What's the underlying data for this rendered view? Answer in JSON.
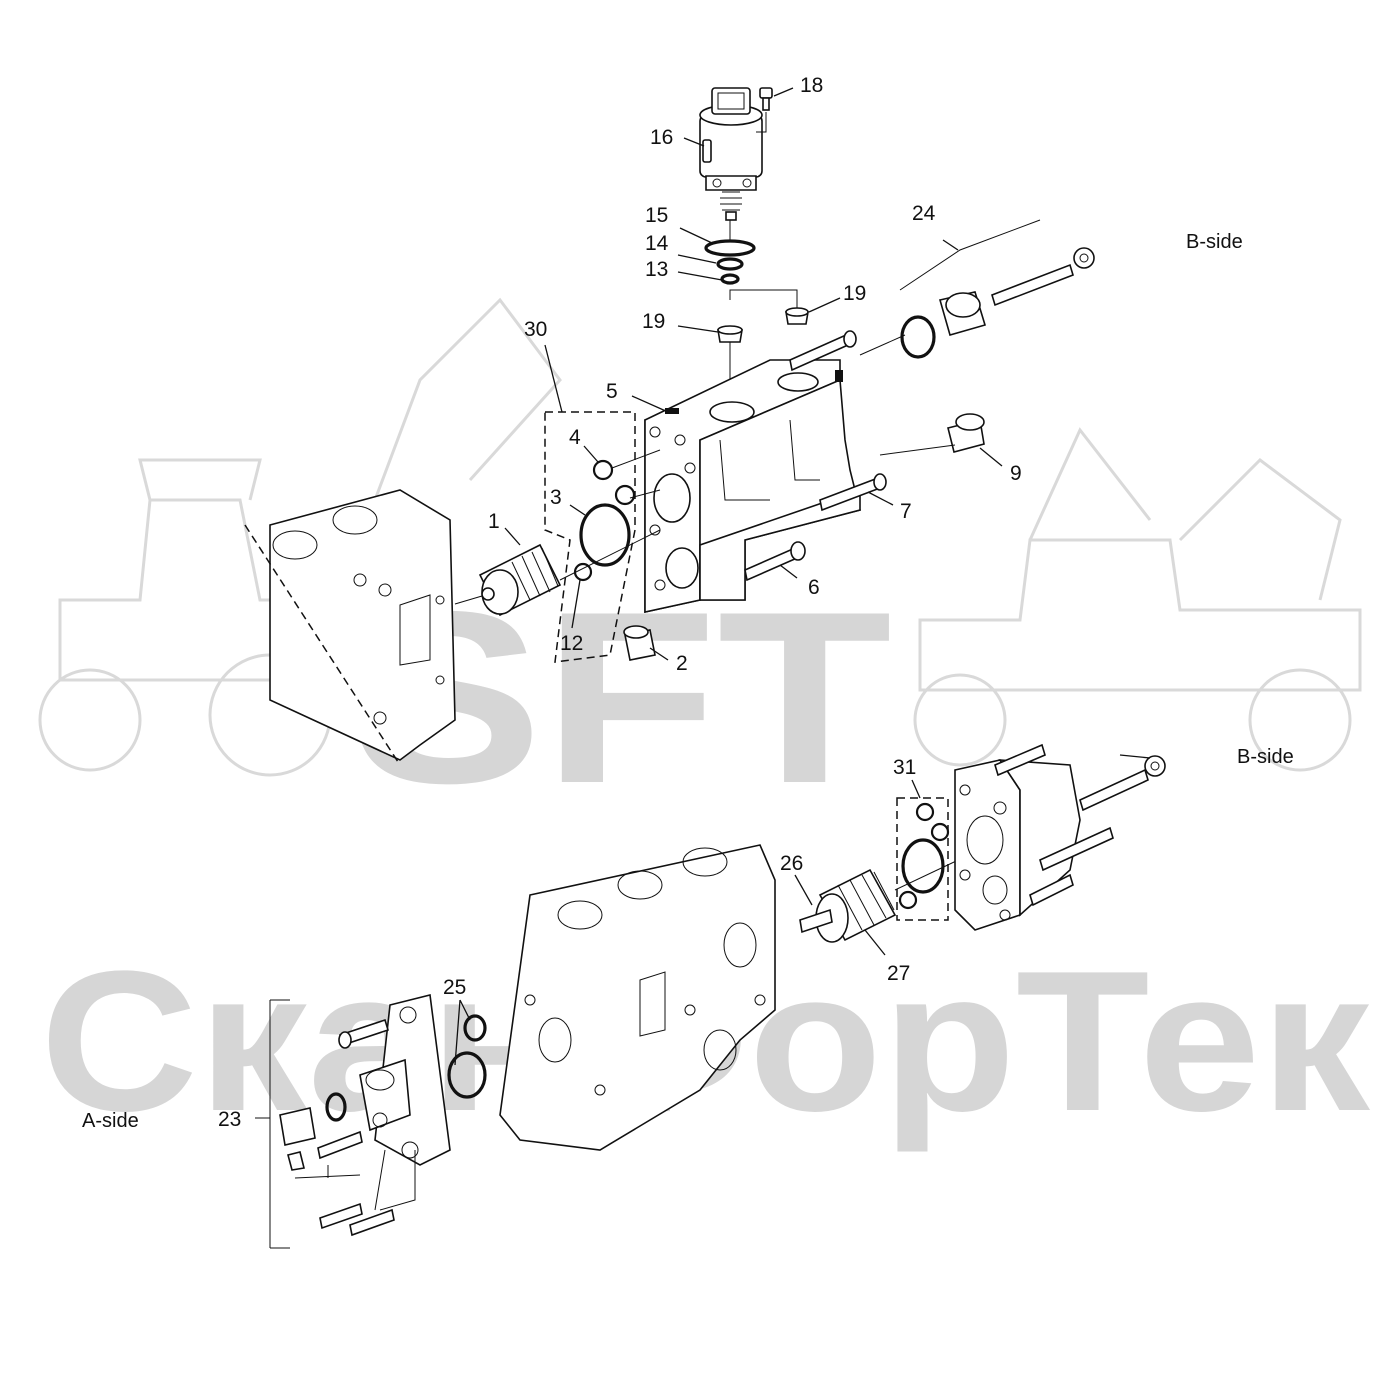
{
  "watermark": {
    "logo_text": "SFT",
    "brand_text": "СканФорТек",
    "color": "#d6d6d6"
  },
  "side_labels": {
    "top_right": "B-side",
    "mid_right": "B-side",
    "left": "A-side"
  },
  "callouts": {
    "c1": "1",
    "c2": "2",
    "c3": "3",
    "c4": "4",
    "c5": "5",
    "c6": "6",
    "c7": "7",
    "c9": "9",
    "c12": "12",
    "c13": "13",
    "c14": "14",
    "c15": "15",
    "c16": "16",
    "c18": "18",
    "c19a": "19",
    "c19b": "19",
    "c23": "23",
    "c24": "24",
    "c25": "25",
    "c26": "26",
    "c27": "27",
    "c30": "30",
    "c31": "31"
  },
  "colors": {
    "ink": "#111111",
    "background": "#ffffff"
  }
}
